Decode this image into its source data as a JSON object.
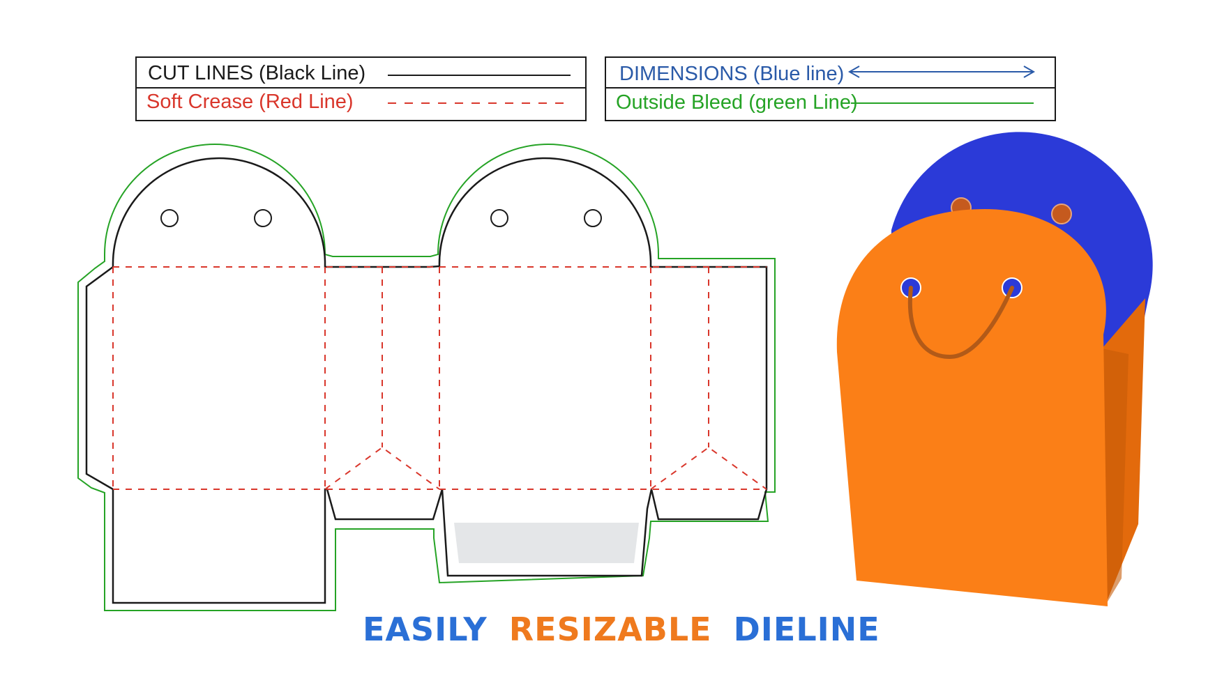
{
  "legend": {
    "cut_lines": "CUT LINES (Black Line)",
    "soft_crease": "Soft Crease (Red Line)",
    "dimensions": "DIMENSIONS (Blue line)",
    "outside_bleed": "Outside Bleed (green Line)"
  },
  "caption": {
    "word1": "EASILY",
    "word2": "RESIZABLE",
    "word3": "DIELINE"
  },
  "colors": {
    "cut_line": "#1a1a1a",
    "crease_line": "#d9362b",
    "dimension_line": "#2a5aa8",
    "bleed_line": "#25a325",
    "caption_blue": "#2a6fd6",
    "caption_orange": "#ef7a1e",
    "bag_orange": "#fb7f17",
    "bag_orange_dark": "#e36a0c",
    "bag_blue": "#2b3ad8",
    "handle_brown": "#b25a18",
    "window_gray": "#e4e6e8"
  }
}
